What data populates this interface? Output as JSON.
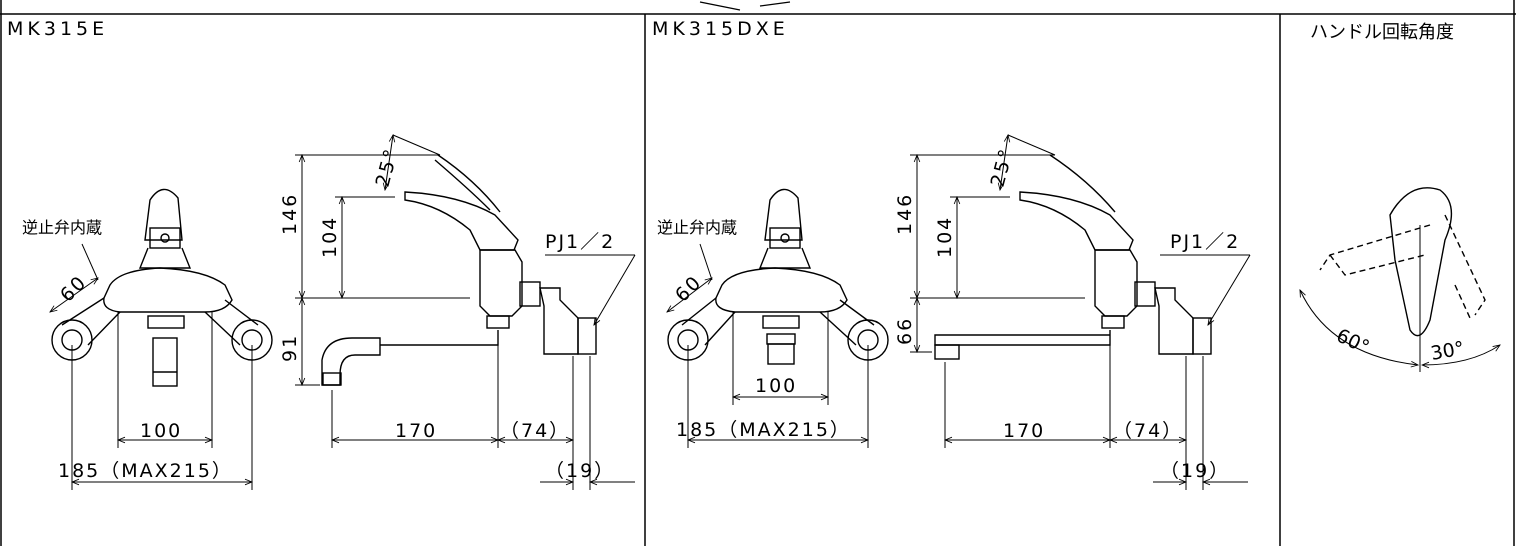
{
  "panels": {
    "left_title": "MK315E",
    "middle_title": "MK315DXE",
    "right_title": "ハンドル回転角度"
  },
  "labels": {
    "check_valve": "逆止弁内蔵",
    "pj": "PJ1／2"
  },
  "dims_mk315e": {
    "height_total": "146",
    "height_spout": "104",
    "height_lower": "91",
    "angle": "25°",
    "body_angle": "60",
    "width_center": "100",
    "width_total": "185（MAX215）",
    "spout_reach": "170",
    "depth": "（74）",
    "nipple": "（19）"
  },
  "dims_mk315dxe": {
    "height_total": "146",
    "height_spout": "104",
    "height_lower": "66",
    "angle": "25°",
    "body_angle": "60",
    "width_center": "100",
    "width_total": "185（MAX215）",
    "spout_reach": "170",
    "depth": "（74）",
    "nipple": "（19）"
  },
  "rotation": {
    "left_angle": "60°",
    "right_angle": "30°"
  }
}
